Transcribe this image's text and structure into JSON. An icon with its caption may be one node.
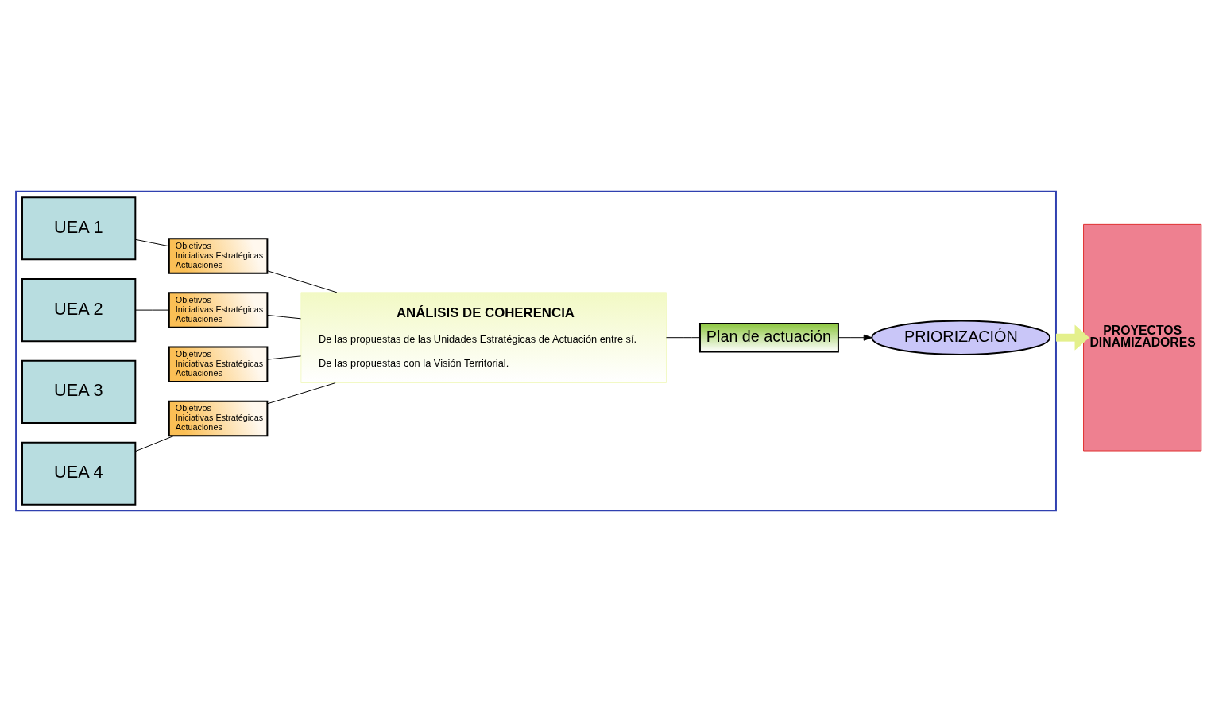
{
  "diagram": {
    "nodes": [
      {
        "text": [],
        "shape": "box"
      },
      {
        "text": [
          "UEA 1"
        ],
        "in": 0
      },
      {
        "text": [
          "Objetivos",
          "Iniciativas Estratégicas",
          "Actuaciones"
        ],
        "in": 0
      },
      {
        "text": [
          "UEA 2"
        ],
        "in": 0
      },
      {
        "text": [
          "Objetivos",
          "Iniciativas Estratégicas",
          "Actuaciones"
        ],
        "in": 0
      },
      {
        "text": [
          "UEA 3"
        ],
        "in": 0
      },
      {
        "text": [
          "Objetivos",
          "Iniciativas Estratégicas",
          "Actuaciones"
        ],
        "in": 0
      },
      {
        "text": [
          "UEA 4"
        ],
        "in": 0
      },
      {
        "text": [
          "Objetivos",
          "Iniciativas Estratégicas",
          "Actuaciones"
        ],
        "in": 0
      },
      {
        "text": [
          "ANÁLISIS DE COHERENCIA",
          "De las propuestas de las Unidades Estratégicas de Actuación entre sí.",
          "De las propuestas con la Visión Territorial."
        ],
        "in": 0
      },
      {
        "text": [
          "Plan de actuación"
        ],
        "in": 0
      },
      {
        "text": [
          "PRIORIZACIÓN"
        ],
        "in": 0
      },
      {
        "text": [
          "PROYECTOS",
          "DINAMIZADORES"
        ]
      }
    ],
    "edges": [
      {
        "from": 1,
        "to": 2,
        "arrow": "none"
      },
      {
        "from": 3,
        "to": 4,
        "arrow": "none"
      },
      {
        "from": 7,
        "to": 8,
        "arrow": "none"
      },
      {
        "from": 2,
        "to": 9,
        "arrow": "none"
      },
      {
        "from": 4,
        "to": 9,
        "arrow": "none"
      },
      {
        "from": 6,
        "to": 9,
        "arrow": "none"
      },
      {
        "from": 8,
        "to": 9,
        "arrow": "none"
      },
      {
        "from": 9,
        "to": 10,
        "arrow": "none"
      },
      {
        "from": 10,
        "to": 11,
        "arrow": "to"
      },
      {
        "from": 0,
        "to": 12,
        "arrow": "to",
        "style": "thick",
        "color": "#e4f08c"
      }
    ]
  }
}
